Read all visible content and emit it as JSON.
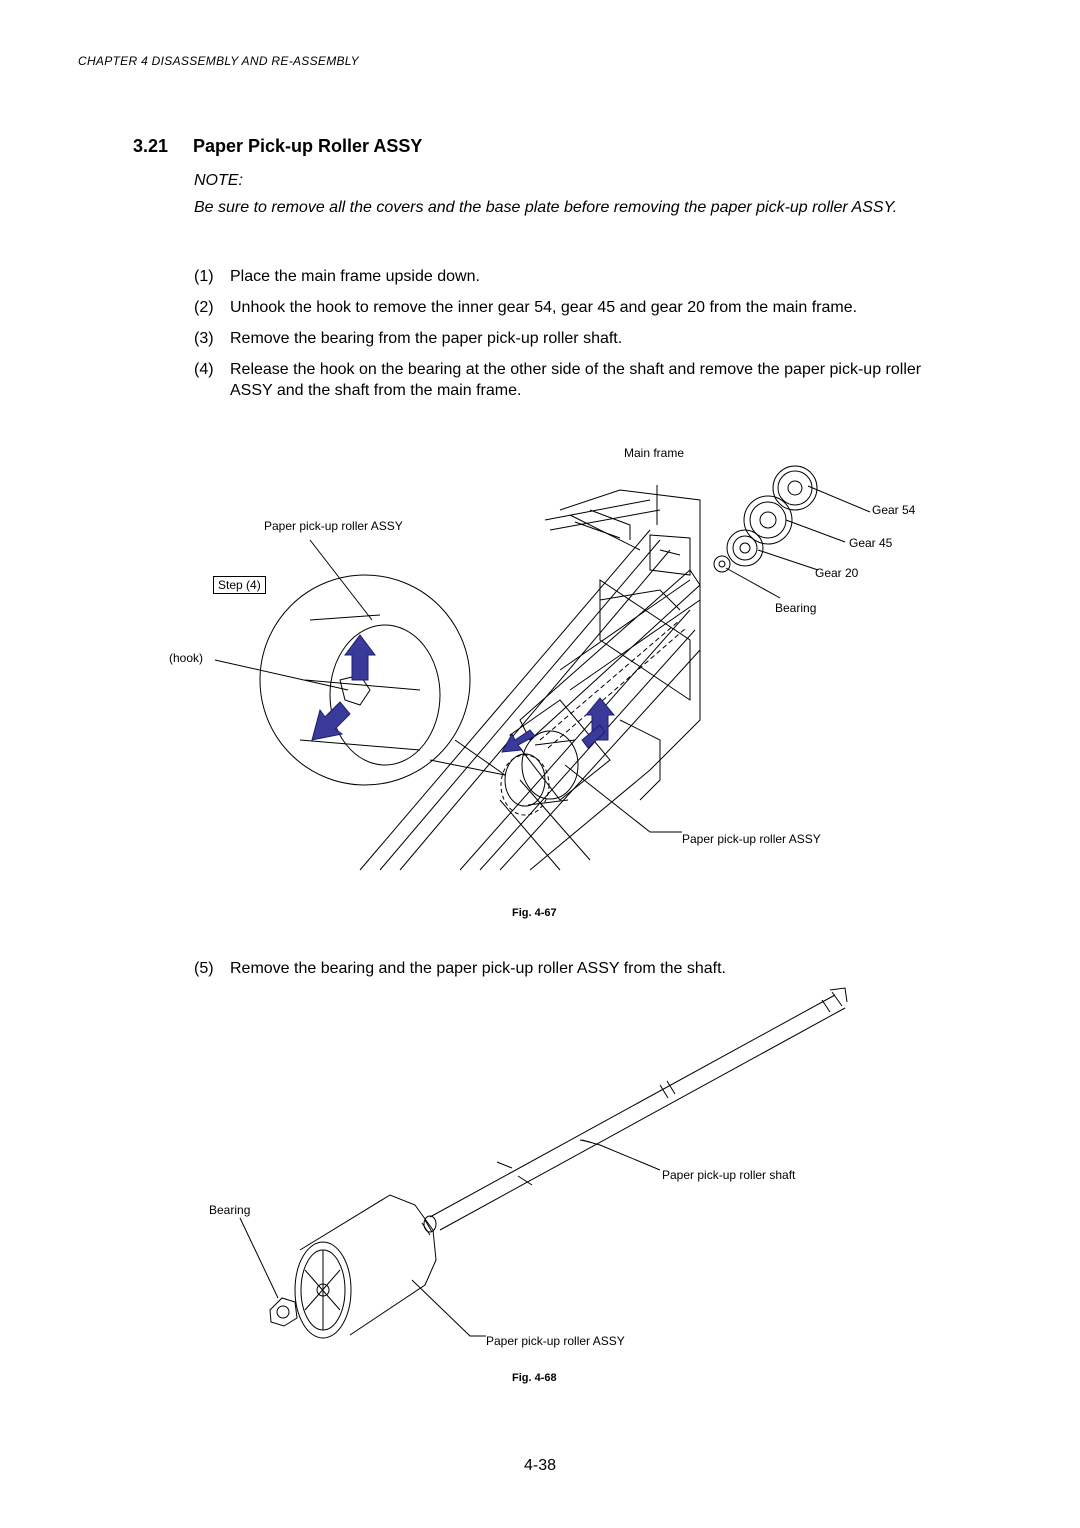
{
  "header": {
    "chapter": "CHAPTER 4  DISASSEMBLY AND RE-ASSEMBLY"
  },
  "section": {
    "number": "3.21",
    "title": "Paper Pick-up Roller ASSY"
  },
  "note": {
    "heading": "NOTE:",
    "text": "Be sure to remove all the covers and the base plate before removing the paper pick-up roller ASSY."
  },
  "steps": [
    {
      "num": "(1)",
      "text": "Place the main frame upside down."
    },
    {
      "num": "(2)",
      "text": "Unhook the hook to remove the inner gear 54, gear 45 and gear 20 from the main frame."
    },
    {
      "num": "(3)",
      "text": "Remove the bearing from the paper pick-up roller shaft."
    },
    {
      "num": "(4)",
      "text": "Release the hook on the bearing at the other side of the shaft and remove the paper pick-up roller ASSY and the shaft from the main frame."
    },
    {
      "num": "(5)",
      "text": "Remove the bearing and the paper pick-up roller ASSY from the shaft."
    }
  ],
  "figure67": {
    "caption": "Fig. 4-67",
    "labels": {
      "main_frame": "Main frame",
      "roller_assy_top": "Paper pick-up roller ASSY",
      "step": "Step (4)",
      "hook": "(hook)",
      "gear54": "Gear 54",
      "gear45": "Gear 45",
      "gear20": "Gear 20",
      "bearing": "Bearing",
      "roller_assy_bottom": "Paper pick-up roller ASSY"
    }
  },
  "figure68": {
    "caption": "Fig. 4-68",
    "labels": {
      "shaft": "Paper pick-up roller shaft",
      "bearing": "Bearing",
      "roller_assy": "Paper pick-up roller ASSY"
    }
  },
  "page_number": "4-38",
  "colors": {
    "arrow": "#3a3a9a",
    "line": "#000000"
  }
}
